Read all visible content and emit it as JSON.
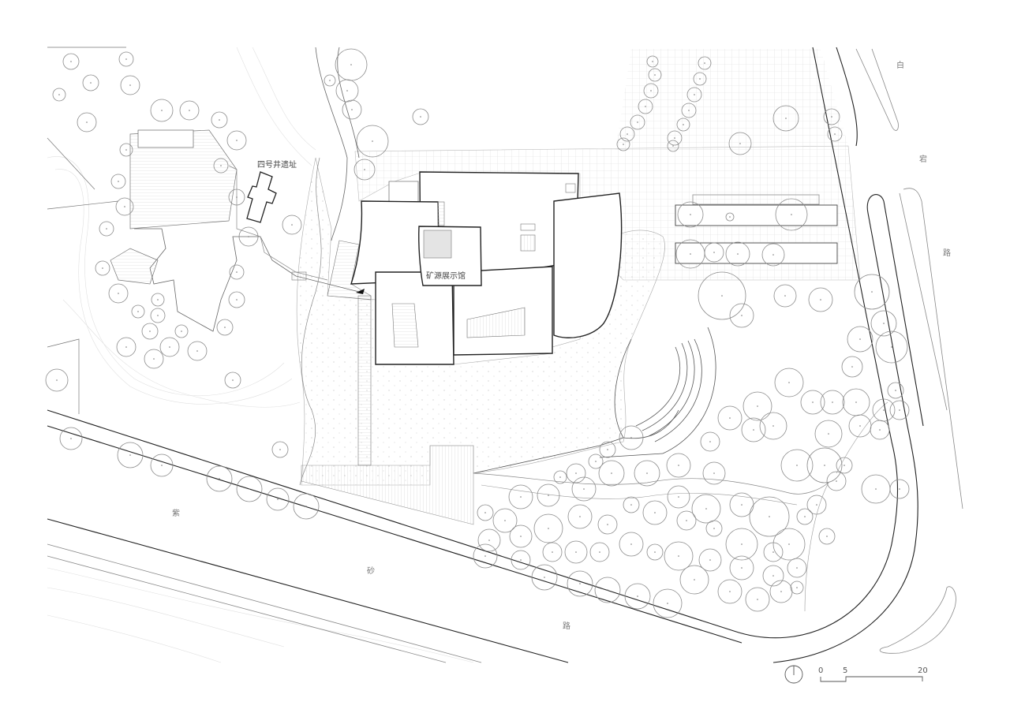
{
  "labels": {
    "ruin_site": "四号井遗址",
    "exhibition_hall": "矿源展示馆"
  },
  "roads": {
    "south_road": [
      "紫",
      "砂",
      "路"
    ],
    "east_road": [
      "白",
      "宕",
      "路"
    ]
  },
  "scale_bar": {
    "ticks": [
      "0",
      "5",
      "20"
    ]
  },
  "north_arrow": "north-arrow-icon",
  "colors": {
    "line": "#333333",
    "tree": "#888888",
    "grid": "#d8d8d8",
    "hatch": "#e6e6e6"
  }
}
